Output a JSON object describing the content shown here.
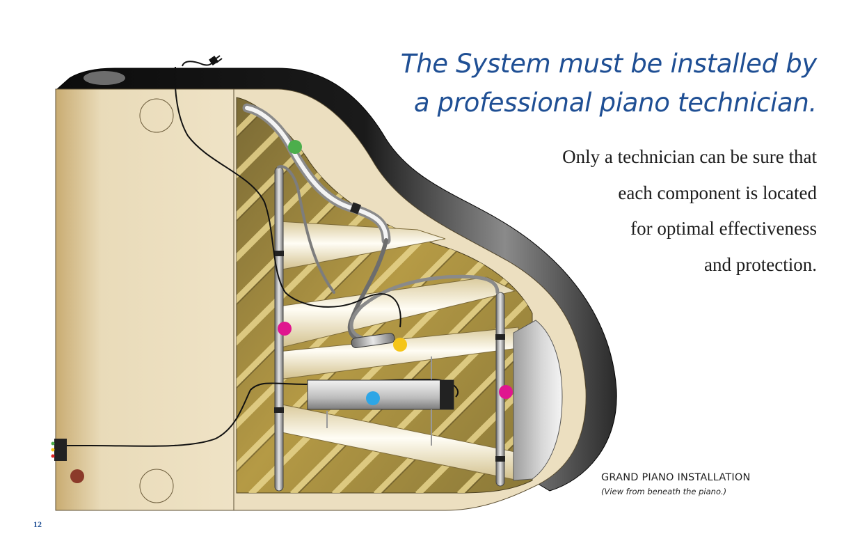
{
  "headline": {
    "line1": "The System must be installed by",
    "line2": "a professional piano technician."
  },
  "body": {
    "lines": [
      "Only a technician can be sure that",
      "each component is located",
      "for optimal effectiveness",
      "and protection."
    ]
  },
  "caption": {
    "title": "GRAND PIANO INSTALLATION",
    "subtitle": "(View from beneath the piano.)"
  },
  "page_number": "12",
  "colors": {
    "headline": "#1f4f94",
    "wood": "#e8d9b5",
    "rim": "#111111",
    "marker_green": "#4cae4c",
    "marker_magenta": "#e0168f",
    "marker_yellow": "#f5c518",
    "marker_blue": "#2ea6e6",
    "marker_brown": "#8b3a2a"
  }
}
